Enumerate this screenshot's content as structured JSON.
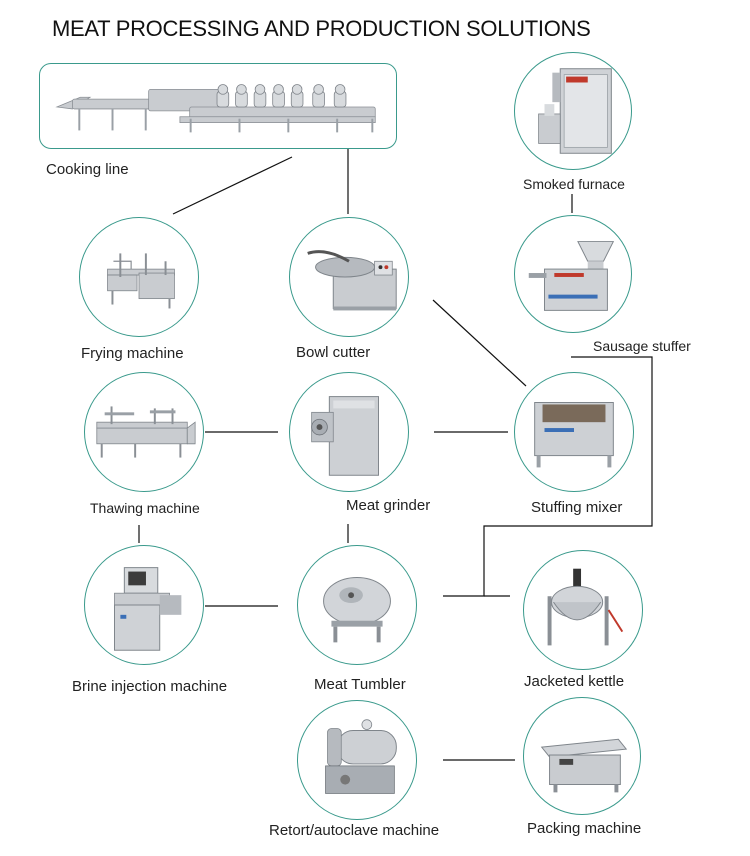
{
  "title": "MEAT PROCESSING AND PRODUCTION SOLUTIONS",
  "machines": {
    "cooking_line": "Cooking line",
    "smoked_furnace": "Smoked furnace",
    "frying_machine": "Frying machine",
    "bowl_cutter": "Bowl cutter",
    "sausage_stuffer": "Sausage stuffer",
    "thawing_machine": "Thawing machine",
    "meat_grinder": "Meat grinder",
    "stuffing_mixer": "Stuffing mixer",
    "brine_injection_machine": "Brine injection machine",
    "meat_tumbler": "Meat Tumbler",
    "jacketed_kettle": "Jacketed kettle",
    "retort_autoclave_machine": "Retort/autoclave machine",
    "packing_machine": "Packing machine"
  },
  "colors": {
    "node_border": "#3a9a8c",
    "connector": "#111111",
    "steel": "#c9ccd0"
  }
}
